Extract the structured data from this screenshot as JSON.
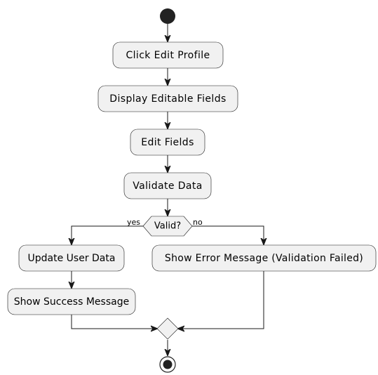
{
  "diagram": {
    "nodes": {
      "click_edit_profile": "Click Edit Profile",
      "display_editable_fields": "Display Editable Fields",
      "edit_fields": "Edit Fields",
      "validate_data": "Validate Data",
      "decision": "Valid?",
      "update_user_data": "Update User Data",
      "show_success_message": "Show Success Message",
      "show_error_message": "Show Error Message (Validation Failed)"
    },
    "guards": {
      "yes": "yes",
      "no": "no"
    },
    "colors": {
      "node_fill": "#f1f1f1",
      "stroke": "#181818",
      "start_end": "#222222"
    }
  }
}
